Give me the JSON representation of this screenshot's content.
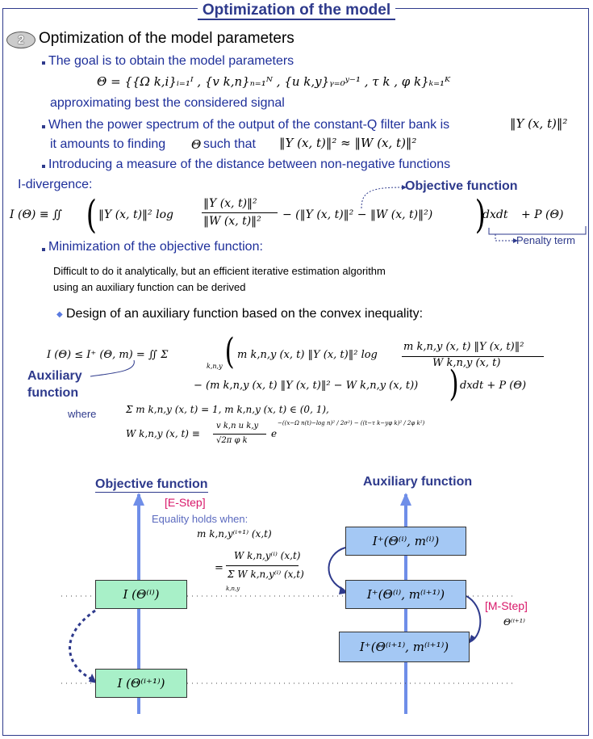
{
  "title": "Optimization of the model",
  "section": {
    "number": "2",
    "heading": "Optimization of the model parameters"
  },
  "bullets": [
    "The goal is to obtain the model parameters",
    "When the power spectrum of the output of the constant-Q filter bank is",
    "Introducing a measure of the distance between non-negative functions",
    "Minimization of the objective function:"
  ],
  "texts": {
    "approx": "approximating best the considered signal",
    "amounts": "it amounts to finding",
    "such_that": "such that",
    "idiv": "I-divergence:",
    "objective_label": "Objective function",
    "penalty_label": "Penalty term",
    "difficult_line1": "Difficult to do it analytically, but an efficient iterative estimation algorithm",
    "difficult_line2": "using an auxiliary function can be derived",
    "design": "Design of an auxiliary function based on the convex inequality:",
    "aux_label1": "Auxiliary",
    "aux_label2": "function",
    "where": "where"
  },
  "formulas": {
    "theta_def": "Θ  =  {{Ω k,i}ᵢ₌₁ᴵ , {v k,n}ₙ₌₁ᴺ , {u k,y}ᵧ₌₀ʸ⁻¹ , τ k , φ k}ₖ₌₁ᴷ",
    "power_spec": "‖Y (x, t)‖²",
    "theta": "Θ",
    "approx_rel": "‖Y (x, t)‖²  ≈  ‖W (x, t)‖²",
    "idiv_lhs": "I (Θ)  ≡  ∬",
    "idiv_t1": "‖Y (x, t)‖²  log",
    "idiv_num": "‖Y (x, t)‖²",
    "idiv_den": "‖W (x, t)‖²",
    "idiv_t2": "−  (‖Y (x, t)‖²  −  ‖W (x, t)‖²)",
    "idiv_end": "dxdt",
    "penalty": "+  P (Θ)",
    "aux_lhs": "I (Θ)  ≤  I⁺ (Θ, m)  =  ∬  Σ",
    "aux_sub": "k,n,y",
    "aux_t1": "m k,n,y (x, t) ‖Y (x, t)‖²  log",
    "aux_num": "m k,n,y (x, t) ‖Y (x, t)‖²",
    "aux_den": "W k,n,y (x, t)",
    "aux_t2": "−  (m k,n,y (x, t) ‖Y (x, t)‖²  −  W k,n,y (x, t))",
    "aux_end": "dxdt     +  P (Θ)",
    "where_sum": "Σ  m k,n,y (x, t) = 1,   m k,n,y (x, t) ∈ (0, 1),",
    "where_w": "W k,n,y (x, t)  ≡",
    "where_frac_num": "v k,n u k,y",
    "where_frac_den": "√2π φ k",
    "where_exp": "e",
    "where_exp_sup": "−((x−Ω n(t)−log n)² / 2σ²) − ((t−τ k−yφ k)² / 2φ k²)"
  },
  "diagram": {
    "left_title": "Objective function",
    "right_title": "Auxiliary function",
    "estep": "[E-Step]",
    "equality": "Equality holds when:",
    "eq_m": "m k,n,y⁽ⁱ⁺¹⁾ (x,t)",
    "eq_eq": "=",
    "eq_num": "W k,n,y⁽ⁱ⁾ (x,t)",
    "eq_den": "Σ W k,n,y⁽ⁱ⁾ (x,t)",
    "eq_den_sub": "k,n,y",
    "mstep": "[M-Step]",
    "mstep_theta": "Θ⁽ⁱ⁺¹⁾",
    "box_left_top": "I (Θ⁽ⁱ⁾)",
    "box_left_bottom": "I (Θ⁽ⁱ⁺¹⁾)",
    "box_right_top": "I⁺(Θ⁽ⁱ⁾, m⁽ⁱ⁾)",
    "box_right_mid": "I⁺(Θ⁽ⁱ⁾, m⁽ⁱ⁺¹⁾)",
    "box_right_bottom": "I⁺(Θ⁽ⁱ⁺¹⁾, m⁽ⁱ⁺¹⁾)"
  },
  "colors": {
    "navy": "#2e3a8c",
    "blue": "#1e2f9a",
    "pink": "#d8186a",
    "axis": "#6f8ee8",
    "green_box": "#a8f0c8",
    "blue_box": "#a4c8f4"
  }
}
